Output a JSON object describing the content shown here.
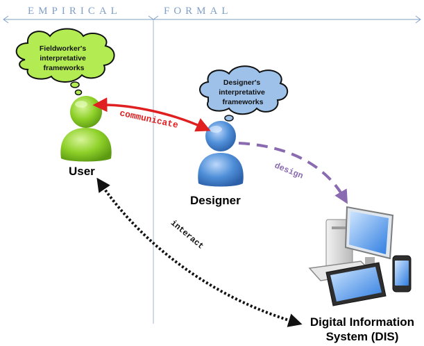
{
  "header": {
    "left_label": "EMPIRICAL",
    "right_label": "FORMAL"
  },
  "thoughts": {
    "fieldworker": [
      "Fieldworker's",
      "interpretative",
      "frameworks"
    ],
    "designer": [
      "Designer's",
      "interpretative",
      "frameworks"
    ]
  },
  "actors": {
    "user": "User",
    "designer": "Designer",
    "system_line1": "Digital Information",
    "system_line2": "System (DIS)"
  },
  "arrows": {
    "communicate": "communicate",
    "design": "design",
    "interact": "interact"
  },
  "colors": {
    "axis": "#7f9fc6",
    "user_green": "#8fd12a",
    "designer_blue": "#4f8fd8",
    "communicate_red": "#e02020",
    "design_purple": "#8a6ab0",
    "interact_black": "#111111",
    "cloud_green": "#b3ec52",
    "cloud_blue": "#9ec1e9"
  }
}
